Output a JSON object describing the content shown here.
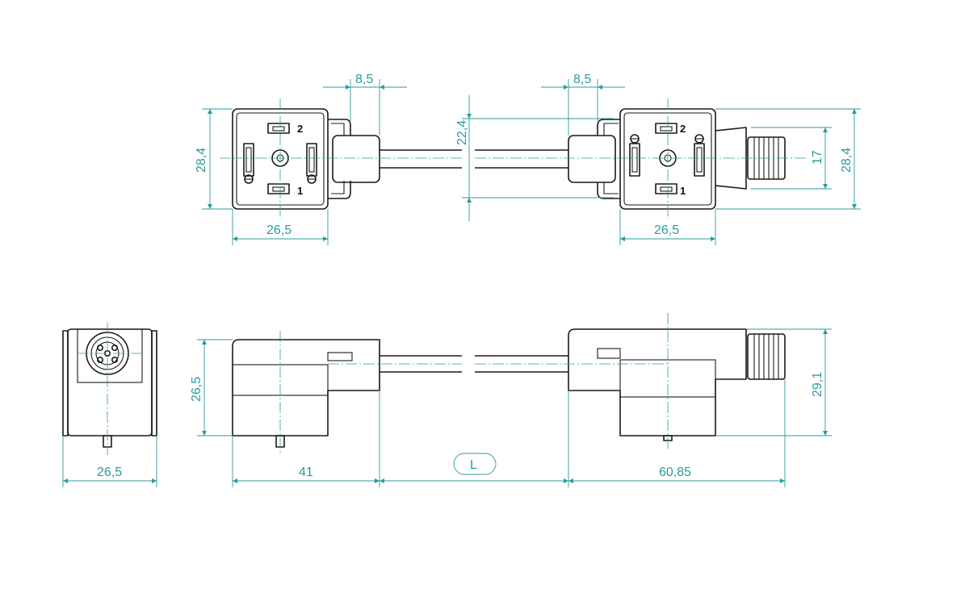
{
  "colors": {
    "outline": "#1a1a1a",
    "dimension": "#2c9a9a"
  },
  "dimensions": {
    "top_left_tab": "8,5",
    "top_left_height": "28,4",
    "top_left_width": "26,5",
    "top_right_tab": "8,5",
    "top_right_cable_dia": "22,4",
    "top_right_height": "28,4",
    "top_right_m12": "17",
    "top_right_width": "26,5",
    "front_width": "26,5",
    "side_left_height": "26,5",
    "side_left_length": "41",
    "cable_length": "L",
    "side_right_length": "60,85",
    "side_right_height": "29,1"
  },
  "pins": {
    "left_top": "2",
    "left_bottom": "1",
    "right_top": "2",
    "right_bottom": "1"
  }
}
